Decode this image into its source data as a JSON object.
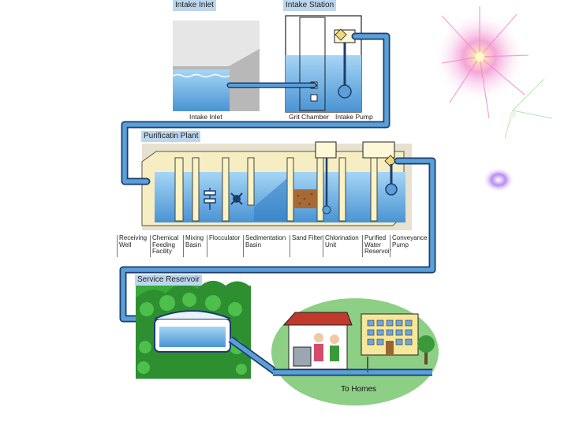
{
  "sections": {
    "intake_inlet": "Intake Inlet",
    "intake_station": "Intake Station",
    "purification_plant": "Purificatin Plant",
    "service_reservoir": "Service Reservoir"
  },
  "intake_labels": {
    "inlet": "Intake Inlet",
    "grit_chamber": "Grit Chamber",
    "intake_pump": "Intake Pump"
  },
  "plant_labels": {
    "receiving_well": "Receiving\nWell",
    "chemical_feeding": "Chemical\nFeeding\nFacility",
    "mixing_basin": "Mixing\nBasin",
    "flocculator": "Flocculator",
    "sedimentation_basin": "Sedimentation\nBasin",
    "sand_filter": "Sand Filter",
    "chlorination_unit": "Chlorination\nUnit",
    "purified_water_reservoir": "Purified\nWater\nReservoir",
    "conveyance_pump": "Conveyance\nPump"
  },
  "to_homes": "To Homes",
  "colors": {
    "pipe": "#5a9fd8",
    "pipe_outline": "#1d3d6b",
    "water": "#8cc5ee",
    "tank_wall": "#fbf3c4",
    "header_bg": "#bcd6ee",
    "hill_green": "#39a93a",
    "oval_green": "#8ecf86"
  }
}
